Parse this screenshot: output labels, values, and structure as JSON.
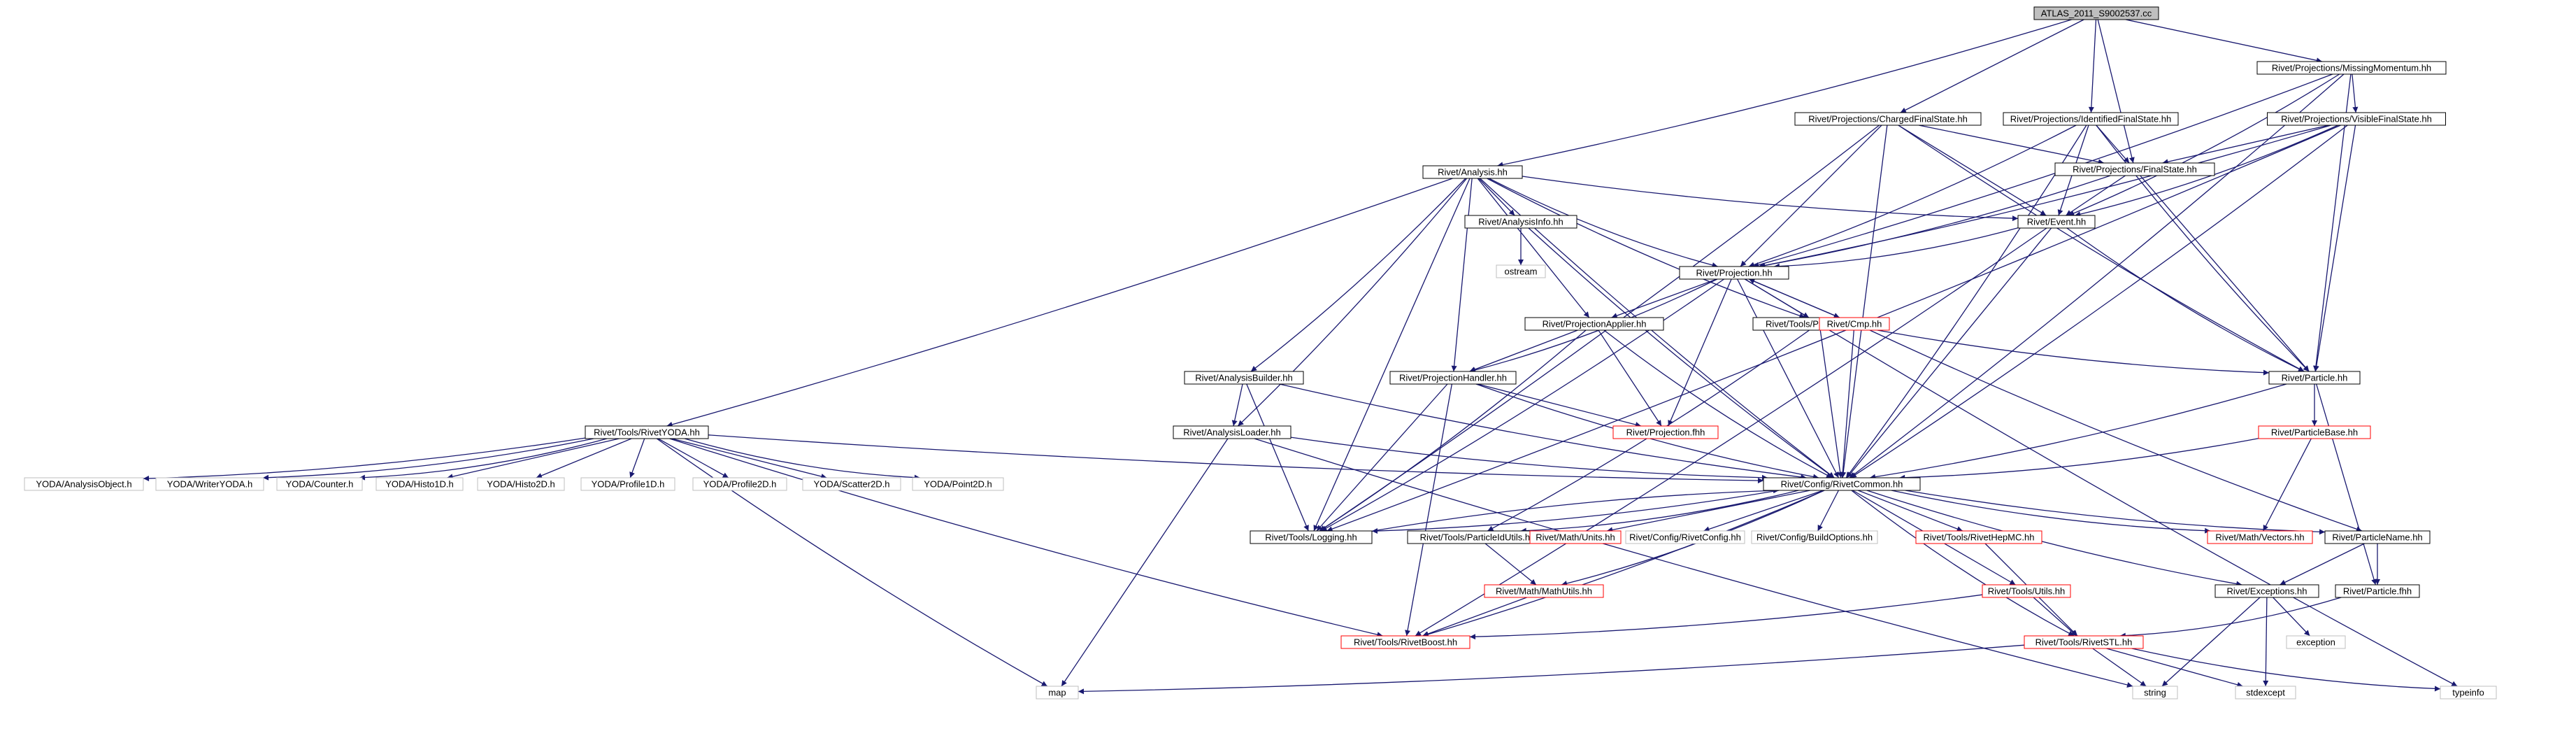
{
  "nodes": [
    {
      "id": "root",
      "label": "ATLAS_2011_S9002537.cc",
      "style": "root"
    },
    {
      "id": "missmom",
      "label": "Rivet/Projections/MissingMomentum.hh",
      "style": "normal"
    },
    {
      "id": "cfs",
      "label": "Rivet/Projections/ChargedFinalState.hh",
      "style": "normal"
    },
    {
      "id": "idfs",
      "label": "Rivet/Projections/IdentifiedFinalState.hh",
      "style": "normal"
    },
    {
      "id": "vfs",
      "label": "Rivet/Projections/VisibleFinalState.hh",
      "style": "normal"
    },
    {
      "id": "fs",
      "label": "Rivet/Projections/FinalState.hh",
      "style": "normal"
    },
    {
      "id": "analysis",
      "label": "Rivet/Analysis.hh",
      "style": "normal"
    },
    {
      "id": "event",
      "label": "Rivet/Event.hh",
      "style": "normal"
    },
    {
      "id": "ainfo",
      "label": "Rivet/AnalysisInfo.hh",
      "style": "normal"
    },
    {
      "id": "ostream",
      "label": "ostream",
      "style": "system"
    },
    {
      "id": "projection",
      "label": "Rivet/Projection.hh",
      "style": "normal"
    },
    {
      "id": "papplier",
      "label": "Rivet/ProjectionApplier.hh",
      "style": "normal"
    },
    {
      "id": "putils",
      "label": "Rivet/Tools/ParticleUtils.hh",
      "style": "normal"
    },
    {
      "id": "cmp",
      "label": "Rivet/Cmp.hh",
      "style": "missing"
    },
    {
      "id": "abuilder",
      "label": "Rivet/AnalysisBuilder.hh",
      "style": "normal"
    },
    {
      "id": "phandler",
      "label": "Rivet/ProjectionHandler.hh",
      "style": "normal"
    },
    {
      "id": "particle",
      "label": "Rivet/Particle.hh",
      "style": "normal"
    },
    {
      "id": "ryoda",
      "label": "Rivet/Tools/RivetYODA.hh",
      "style": "normal"
    },
    {
      "id": "aloader",
      "label": "Rivet/AnalysisLoader.hh",
      "style": "normal"
    },
    {
      "id": "projfhh",
      "label": "Rivet/Projection.fhh",
      "style": "missing"
    },
    {
      "id": "pbase",
      "label": "Rivet/ParticleBase.hh",
      "style": "missing"
    },
    {
      "id": "yao",
      "label": "YODA/AnalysisObject.h",
      "style": "system"
    },
    {
      "id": "ywy",
      "label": "YODA/WriterYODA.h",
      "style": "system"
    },
    {
      "id": "ycounter",
      "label": "YODA/Counter.h",
      "style": "system"
    },
    {
      "id": "yh1",
      "label": "YODA/Histo1D.h",
      "style": "system"
    },
    {
      "id": "yh2",
      "label": "YODA/Histo2D.h",
      "style": "system"
    },
    {
      "id": "yp1",
      "label": "YODA/Profile1D.h",
      "style": "system"
    },
    {
      "id": "yp2",
      "label": "YODA/Profile2D.h",
      "style": "system"
    },
    {
      "id": "ys2",
      "label": "YODA/Scatter2D.h",
      "style": "system"
    },
    {
      "id": "ypt2",
      "label": "YODA/Point2D.h",
      "style": "system"
    },
    {
      "id": "rcommon",
      "label": "Rivet/Config/RivetCommon.hh",
      "style": "normal"
    },
    {
      "id": "logging",
      "label": "Rivet/Tools/Logging.hh",
      "style": "normal"
    },
    {
      "id": "pidutils",
      "label": "Rivet/Tools/ParticleIdUtils.hh",
      "style": "normal"
    },
    {
      "id": "units",
      "label": "Rivet/Math/Units.hh",
      "style": "missing"
    },
    {
      "id": "rconfig",
      "label": "Rivet/Config/RivetConfig.hh",
      "style": "system"
    },
    {
      "id": "buildopts",
      "label": "Rivet/Config/BuildOptions.hh",
      "style": "system"
    },
    {
      "id": "rhepmc",
      "label": "Rivet/Tools/RivetHepMC.hh",
      "style": "missing"
    },
    {
      "id": "vectors",
      "label": "Rivet/Math/Vectors.hh",
      "style": "missing"
    },
    {
      "id": "pname",
      "label": "Rivet/ParticleName.hh",
      "style": "normal"
    },
    {
      "id": "mathutils",
      "label": "Rivet/Math/MathUtils.hh",
      "style": "missing"
    },
    {
      "id": "tutils",
      "label": "Rivet/Tools/Utils.hh",
      "style": "missing"
    },
    {
      "id": "exceptions",
      "label": "Rivet/Exceptions.hh",
      "style": "normal"
    },
    {
      "id": "pfhh",
      "label": "Rivet/Particle.fhh",
      "style": "normal"
    },
    {
      "id": "rboost",
      "label": "Rivet/Tools/RivetBoost.hh",
      "style": "missing"
    },
    {
      "id": "rstl",
      "label": "Rivet/Tools/RivetSTL.hh",
      "style": "missing"
    },
    {
      "id": "exception",
      "label": "exception",
      "style": "system"
    },
    {
      "id": "map",
      "label": "map",
      "style": "system"
    },
    {
      "id": "string",
      "label": "string",
      "style": "system"
    },
    {
      "id": "stdexcept",
      "label": "stdexcept",
      "style": "system"
    },
    {
      "id": "typeinfo",
      "label": "typeinfo",
      "style": "system"
    }
  ],
  "edges": [
    [
      "root",
      "missmom"
    ],
    [
      "root",
      "cfs"
    ],
    [
      "root",
      "idfs"
    ],
    [
      "root",
      "analysis"
    ],
    [
      "root",
      "fs"
    ],
    [
      "missmom",
      "vfs"
    ],
    [
      "missmom",
      "projection"
    ],
    [
      "missmom",
      "particle"
    ],
    [
      "missmom",
      "rcommon"
    ],
    [
      "missmom",
      "event"
    ],
    [
      "cfs",
      "fs"
    ],
    [
      "cfs",
      "projection"
    ],
    [
      "cfs",
      "event"
    ],
    [
      "cfs",
      "rcommon"
    ],
    [
      "cfs",
      "particle"
    ],
    [
      "cfs",
      "logging"
    ],
    [
      "idfs",
      "fs"
    ],
    [
      "idfs",
      "projection"
    ],
    [
      "idfs",
      "event"
    ],
    [
      "idfs",
      "rcommon"
    ],
    [
      "idfs",
      "particle"
    ],
    [
      "vfs",
      "fs"
    ],
    [
      "vfs",
      "projection"
    ],
    [
      "vfs",
      "event"
    ],
    [
      "vfs",
      "particle"
    ],
    [
      "vfs",
      "rcommon"
    ],
    [
      "vfs",
      "logging"
    ],
    [
      "fs",
      "projection"
    ],
    [
      "fs",
      "event"
    ],
    [
      "fs",
      "particle"
    ],
    [
      "analysis",
      "ainfo"
    ],
    [
      "analysis",
      "event"
    ],
    [
      "analysis",
      "projection"
    ],
    [
      "analysis",
      "papplier"
    ],
    [
      "analysis",
      "putils"
    ],
    [
      "analysis",
      "abuilder"
    ],
    [
      "analysis",
      "aloader"
    ],
    [
      "analysis",
      "phandler"
    ],
    [
      "analysis",
      "ryoda"
    ],
    [
      "analysis",
      "logging"
    ],
    [
      "analysis",
      "rcommon"
    ],
    [
      "event",
      "projection"
    ],
    [
      "event",
      "particle"
    ],
    [
      "event",
      "rcommon"
    ],
    [
      "event",
      "rboost"
    ],
    [
      "ainfo",
      "ostream"
    ],
    [
      "ainfo",
      "rcommon"
    ],
    [
      "projection",
      "papplier"
    ],
    [
      "projection",
      "putils"
    ],
    [
      "projection",
      "cmp"
    ],
    [
      "projection",
      "phandler"
    ],
    [
      "projection",
      "projfhh"
    ],
    [
      "projection",
      "logging"
    ],
    [
      "projection",
      "rcommon"
    ],
    [
      "projection",
      "typeinfo"
    ],
    [
      "papplier",
      "phandler"
    ],
    [
      "papplier",
      "projfhh"
    ],
    [
      "papplier",
      "logging"
    ],
    [
      "papplier",
      "rcommon"
    ],
    [
      "putils",
      "particle"
    ],
    [
      "putils",
      "pidutils"
    ],
    [
      "putils",
      "rcommon"
    ],
    [
      "cmp",
      "projection"
    ],
    [
      "cmp",
      "rcommon"
    ],
    [
      "cmp",
      "pname"
    ],
    [
      "abuilder",
      "aloader"
    ],
    [
      "abuilder",
      "logging"
    ],
    [
      "abuilder",
      "rcommon"
    ],
    [
      "phandler",
      "projfhh"
    ],
    [
      "phandler",
      "logging"
    ],
    [
      "phandler",
      "rcommon"
    ],
    [
      "phandler",
      "rboost"
    ],
    [
      "particle",
      "pbase"
    ],
    [
      "particle",
      "rcommon"
    ],
    [
      "particle",
      "pfhh"
    ],
    [
      "ryoda",
      "yao"
    ],
    [
      "ryoda",
      "ywy"
    ],
    [
      "ryoda",
      "ycounter"
    ],
    [
      "ryoda",
      "yh1"
    ],
    [
      "ryoda",
      "yh2"
    ],
    [
      "ryoda",
      "yp1"
    ],
    [
      "ryoda",
      "yp2"
    ],
    [
      "ryoda",
      "ys2"
    ],
    [
      "ryoda",
      "ypt2"
    ],
    [
      "ryoda",
      "rcommon"
    ],
    [
      "ryoda",
      "rboost"
    ],
    [
      "ryoda",
      "map"
    ],
    [
      "aloader",
      "map"
    ],
    [
      "aloader",
      "string"
    ],
    [
      "aloader",
      "rcommon"
    ],
    [
      "pbase",
      "rcommon"
    ],
    [
      "pbase",
      "vectors"
    ],
    [
      "rcommon",
      "logging"
    ],
    [
      "rcommon",
      "pidutils"
    ],
    [
      "rcommon",
      "units"
    ],
    [
      "rcommon",
      "rconfig"
    ],
    [
      "rcommon",
      "buildopts"
    ],
    [
      "rcommon",
      "rhepmc"
    ],
    [
      "rcommon",
      "vectors"
    ],
    [
      "rcommon",
      "pname"
    ],
    [
      "rcommon",
      "mathutils"
    ],
    [
      "rcommon",
      "tutils"
    ],
    [
      "rcommon",
      "exceptions"
    ],
    [
      "rcommon",
      "rboost"
    ],
    [
      "rcommon",
      "rstl"
    ],
    [
      "logging",
      "rcommon"
    ],
    [
      "pidutils",
      "mathutils"
    ],
    [
      "rhepmc",
      "rstl"
    ],
    [
      "pname",
      "exceptions"
    ],
    [
      "pname",
      "pfhh"
    ],
    [
      "mathutils",
      "rboost"
    ],
    [
      "tutils",
      "rboost"
    ],
    [
      "tutils",
      "rstl"
    ],
    [
      "exceptions",
      "exception"
    ],
    [
      "exceptions",
      "string"
    ],
    [
      "exceptions",
      "stdexcept"
    ],
    [
      "pfhh",
      "rstl"
    ],
    [
      "rstl",
      "map"
    ],
    [
      "rstl",
      "string"
    ],
    [
      "rstl",
      "stdexcept"
    ],
    [
      "rstl",
      "typeinfo"
    ]
  ]
}
